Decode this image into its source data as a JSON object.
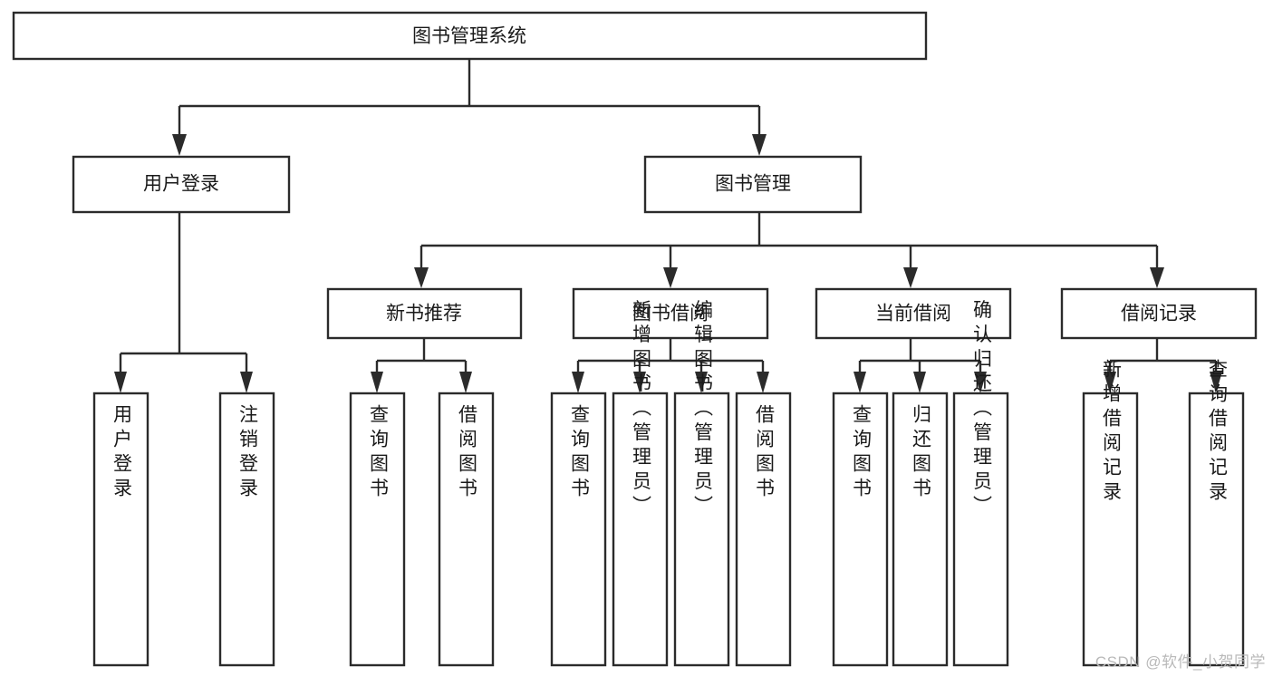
{
  "diagram": {
    "type": "tree",
    "title": "图书管理系统",
    "watermark": "CSDN @软件_小贺同学",
    "colors": {
      "box_stroke": "#2b2b2b",
      "box_fill": "#ffffff",
      "text": "#1a1a1a",
      "connector": "#2b2b2b",
      "watermark": "#b9b9b9",
      "background": "#ffffff"
    },
    "levels": {
      "root": {
        "label": "图书管理系统"
      },
      "level2": [
        {
          "label": "用户登录"
        },
        {
          "label": "图书管理"
        }
      ],
      "level3": [
        {
          "label": "新书推荐"
        },
        {
          "label": "图书借阅"
        },
        {
          "label": "当前借阅"
        },
        {
          "label": "借阅记录"
        }
      ]
    },
    "nodes": {
      "root": "图书管理系统",
      "user_login": "用户登录",
      "book_manage": "图书管理",
      "new_book_rec": "新书推荐",
      "book_borrow": "图书借阅",
      "current_borrow": "当前借阅",
      "borrow_record": "借阅记录",
      "leaf_1": "用户登录",
      "leaf_2": "注销登录",
      "leaf_3": "查询图书",
      "leaf_4": "借阅图书",
      "leaf_5": "查询图书",
      "leaf_6": "新增图书（管理员）",
      "leaf_7": "编辑图书（管理员）",
      "leaf_8": "借阅图书",
      "leaf_9": "查询图书",
      "leaf_10": "归还图书",
      "leaf_11": "确认归还（管理员）",
      "leaf_12": "新增借阅记录",
      "leaf_13": "查询借阅记录"
    },
    "tree": {
      "name": "图书管理系统",
      "children": [
        {
          "name": "用户登录",
          "children": [
            {
              "name": "用户登录"
            },
            {
              "name": "注销登录"
            }
          ]
        },
        {
          "name": "图书管理",
          "children": [
            {
              "name": "新书推荐",
              "children": [
                {
                  "name": "查询图书"
                },
                {
                  "name": "借阅图书"
                }
              ]
            },
            {
              "name": "图书借阅",
              "children": [
                {
                  "name": "查询图书"
                },
                {
                  "name": "新增图书（管理员）"
                },
                {
                  "name": "编辑图书（管理员）"
                },
                {
                  "name": "借阅图书"
                }
              ]
            },
            {
              "name": "当前借阅",
              "children": [
                {
                  "name": "查询图书"
                },
                {
                  "name": "归还图书"
                },
                {
                  "name": "确认归还（管理员）"
                }
              ]
            },
            {
              "name": "借阅记录",
              "children": [
                {
                  "name": "新增借阅记录"
                },
                {
                  "name": "查询借阅记录"
                }
              ]
            }
          ]
        }
      ]
    }
  }
}
